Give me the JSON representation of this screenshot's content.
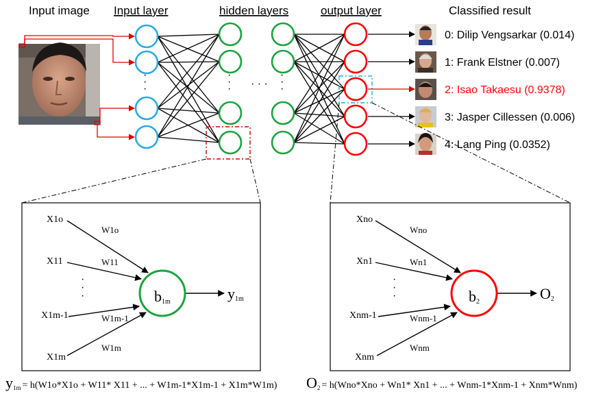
{
  "headers": {
    "input_image": "Input image",
    "input_layer": "Input layer",
    "hidden_layers": "hidden layers",
    "output_layer": "output layer",
    "classified_result": "Classified result"
  },
  "results": [
    {
      "text": "0: Dilip Vengsarkar (0.014)",
      "highlight": false
    },
    {
      "text": "1: Frank Elstner (0.007)",
      "highlight": false
    },
    {
      "text": "2: Isao Takaesu (0.9378)",
      "highlight": true
    },
    {
      "text": "3: Jasper Cillessen (0.006)",
      "highlight": false
    },
    {
      "text": "4: Lang Ping (0.0352)",
      "highlight": false
    }
  ],
  "left_detail": {
    "inputs": [
      "X1o",
      "X11",
      "X1m-1",
      "X1m"
    ],
    "weights": [
      "W1o",
      "W11",
      "W1m-1",
      "W1m"
    ],
    "node_main": "b",
    "node_sub": "1m",
    "out_main": "y",
    "out_sub": "1m",
    "equation_main": "y",
    "equation_sub": "1m",
    "equation_rest": "= h(W1o*X1o + W11* X11 + ... + W1m-1*X1m-1 + X1m*W1m)"
  },
  "right_detail": {
    "inputs": [
      "Xno",
      "Xn1",
      "Xnm-1",
      "Xnm"
    ],
    "weights": [
      "Wno",
      "Wn1",
      "Wnm-1",
      "Wnm"
    ],
    "node_main": "b",
    "node_sub": "2",
    "out_main": "O",
    "out_sub": "2",
    "equation_main": "O",
    "equation_sub": "2",
    "equation_rest": "= h(Wno*Xno + Wn1* Xn1 + ... + Wnm-1*Xnm-1 + Xnm*Wnm)"
  },
  "colors": {
    "input_node": "#29abe2",
    "hidden_node": "#1aa33c",
    "output_node": "#ff0000",
    "highlight_box_hidden": "#cc0000",
    "highlight_box_output": "#29abe2",
    "result_highlight": "#ff0000"
  },
  "icons": [
    "face-photo-input",
    "face-thumbnail-0",
    "face-thumbnail-1",
    "face-thumbnail-2",
    "face-thumbnail-3",
    "face-thumbnail-4"
  ]
}
